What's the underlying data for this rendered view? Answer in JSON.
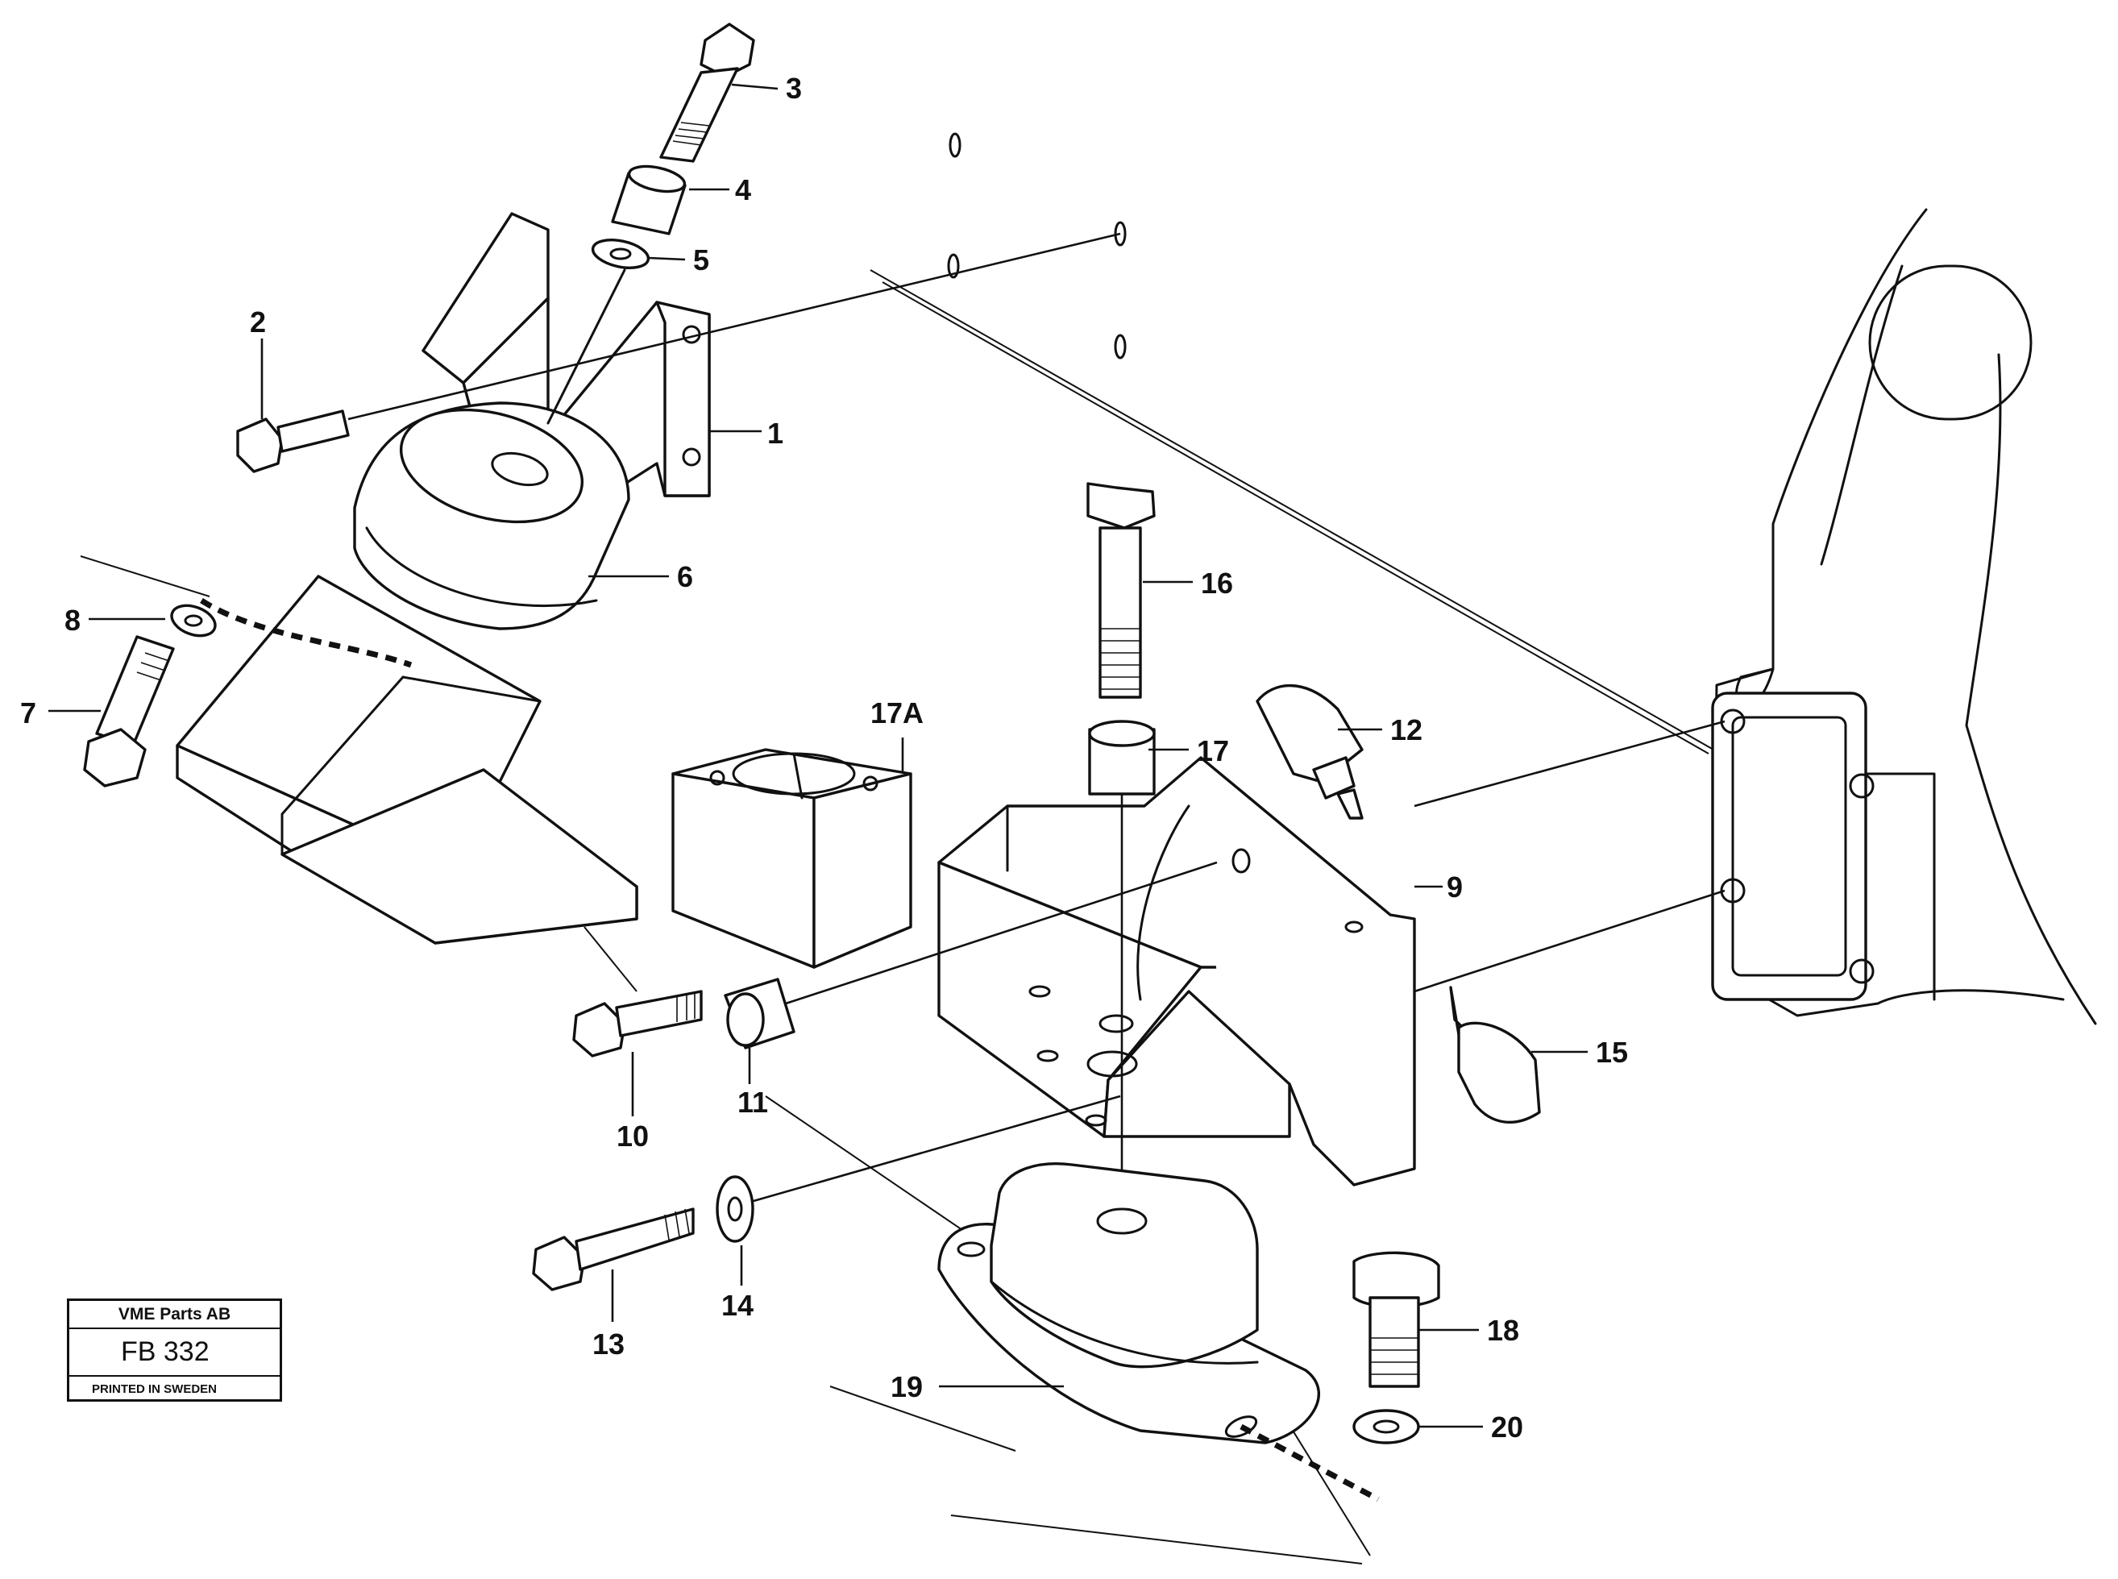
{
  "title_block": {
    "company": "VME Parts AB",
    "drawing_number": "FB 332",
    "printed": "PRINTED IN SWEDEN"
  },
  "callouts": [
    "1",
    "2",
    "3",
    "4",
    "5",
    "6",
    "7",
    "8",
    "9",
    "10",
    "11",
    "12",
    "13",
    "14",
    "15",
    "16",
    "17",
    "17A",
    "18",
    "19",
    "20"
  ]
}
